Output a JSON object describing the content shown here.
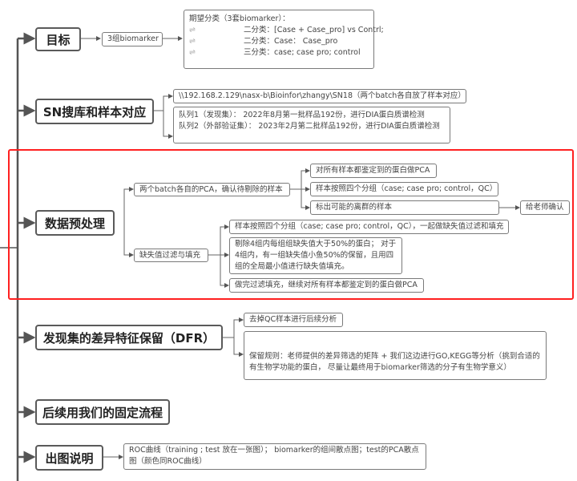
{
  "main_topics": [
    {
      "label": "目标"
    },
    {
      "label": "SN搜库和样本对应"
    },
    {
      "label": "数据预处理"
    },
    {
      "label": "发现集的差异特征保留（DFR）"
    },
    {
      "label": "后续用我们的固定流程"
    },
    {
      "label": "出图说明"
    }
  ],
  "goal": {
    "child": "3组biomarker",
    "detail": {
      "title": "期望分类（3套biomarker）：",
      "rows": [
        {
          "bullet": "⇌",
          "text": "二分类：[Case + Case_pro] vs Contrl;"
        },
        {
          "bullet": "⇌",
          "text": "二分类：Case：  Case_pro"
        },
        {
          "bullet": "⇌",
          "text": "三分类：case; case pro; control"
        }
      ]
    }
  },
  "sn": {
    "path": "\\\\192.168.2.129\\nasx-b\\Bioinfor\\zhangy\\SN18（两个batch各自放了样本对应）",
    "cohorts": [
      "队列1（发现集）： 2022年8月第一批样品192份，进行DIA蛋白质谱检测",
      "队列2（外部验证集）： 2023年2月第二批样品192份，进行DIA蛋白质谱检测"
    ]
  },
  "preprocess": {
    "pca_branch": {
      "label": "两个batch各自的PCA，确认待剔除的样本",
      "children": [
        "对所有样本都鉴定到的蛋白做PCA",
        "样本按照四个分组（case; case pro; control，QC）",
        "标出可能的离群的样本"
      ],
      "confirm": "给老师确认"
    },
    "missing_branch": {
      "label": "缺失值过滤与填充",
      "children": [
        "样本按照四个分组（case; case pro; control，QC），一起做缺失值过滤和填充",
        "剔除4组内每组组缺失值大于50%的蛋白； 对于4组内，有一组缺失值小鱼50%的保留，且用四组的全局最小值进行缺失值填充。",
        "做完过滤填充，继续对所有样本都鉴定到的蛋白做PCA"
      ],
      "multiline_rows": [
        "剔除4组内每组组缺失值大于50%的蛋白； 对于",
        "4组内，有一组缺失值小鱼50%的保留，且用四",
        "组的全局最小值进行缺失值填充。"
      ]
    }
  },
  "dfr": {
    "children": [
      "去掉QC样本进行后续分析"
    ],
    "rule_rows": [
      "保留规则：老师提供的差异筛选的矩阵 + 我们这边进行GO,KEGG等分析（挑到合适的",
      "有生物学功能的蛋白， 尽量让最终用于biomarker筛选的分子有生物学意义）"
    ]
  },
  "figures": {
    "rows": [
      "ROC曲线（training ; test 放在一张图）； biomarker的组间散点图；test的PCA散点",
      "图（颜色同ROC曲线）"
    ]
  },
  "colors": {
    "highlight_box": "#ff2020",
    "node_border": "#5a5a5a",
    "connector": "#555555"
  }
}
